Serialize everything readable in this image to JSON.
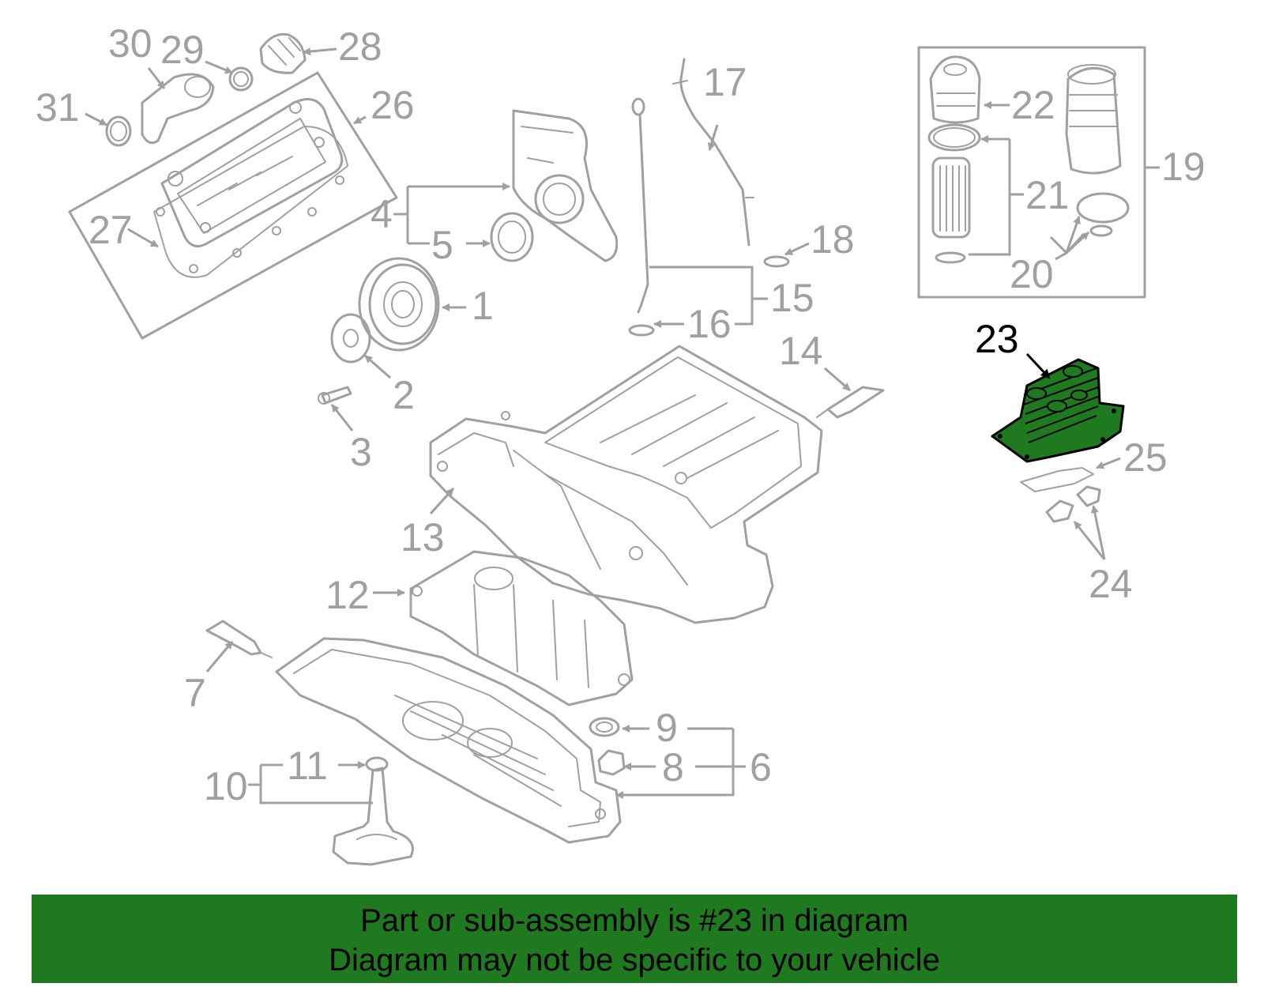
{
  "callouts": {
    "c1": "1",
    "c2": "2",
    "c3": "3",
    "c4": "4",
    "c5": "5",
    "c6": "6",
    "c7": "7",
    "c8": "8",
    "c9": "9",
    "c10": "10",
    "c11": "11",
    "c12": "12",
    "c13": "13",
    "c14": "14",
    "c15": "15",
    "c16": "16",
    "c17": "17",
    "c18": "18",
    "c19": "19",
    "c20": "20",
    "c21": "21",
    "c22": "22",
    "c23": "23",
    "c24": "24",
    "c25": "25",
    "c26": "26",
    "c27": "27",
    "c28": "28",
    "c29": "29",
    "c30": "30",
    "c31": "31"
  },
  "highlighted_part": "23",
  "colors": {
    "line": "#a0a0a0",
    "highlight_fill": "#1f7a1f",
    "banner": "#1f7a1f"
  },
  "banner": {
    "line1": "Part or sub-assembly is #23 in diagram",
    "line2": "Diagram may not be specific to your vehicle"
  }
}
